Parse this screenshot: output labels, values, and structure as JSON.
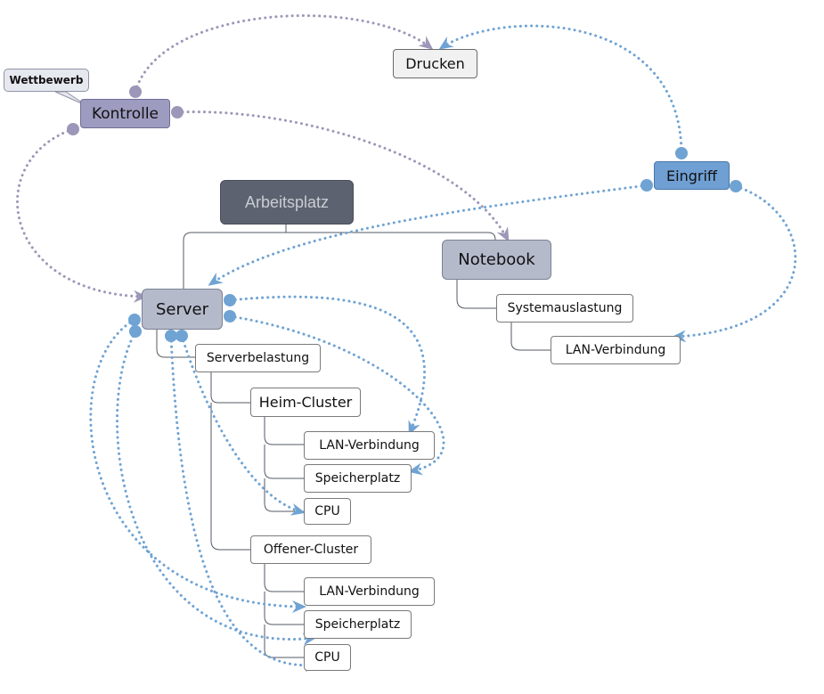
{
  "colors": {
    "purple_link": "#9c97b9",
    "blue_link": "#6fa3d3",
    "tree_line": "#555a66"
  },
  "nodes": {
    "arbeitsplatz": "Arbeitsplatz",
    "server": "Server",
    "notebook": "Notebook",
    "kontrolle": "Kontrolle",
    "wettbewerb": "Wettbewerb",
    "drucken": "Drucken",
    "eingriff": "Eingriff",
    "systemauslastung": "Systemauslastung",
    "lan_notebook": "LAN-Verbindung",
    "serverbelastung": "Serverbelastung",
    "heim_cluster": "Heim-Cluster",
    "heim_lan": "LAN-Verbindung",
    "heim_speicher": "Speicherplatz",
    "heim_cpu": "CPU",
    "offener_cluster": "Offener-Cluster",
    "offen_lan": "LAN-Verbindung",
    "offen_speicher": "Speicherplatz",
    "offen_cpu": "CPU"
  }
}
